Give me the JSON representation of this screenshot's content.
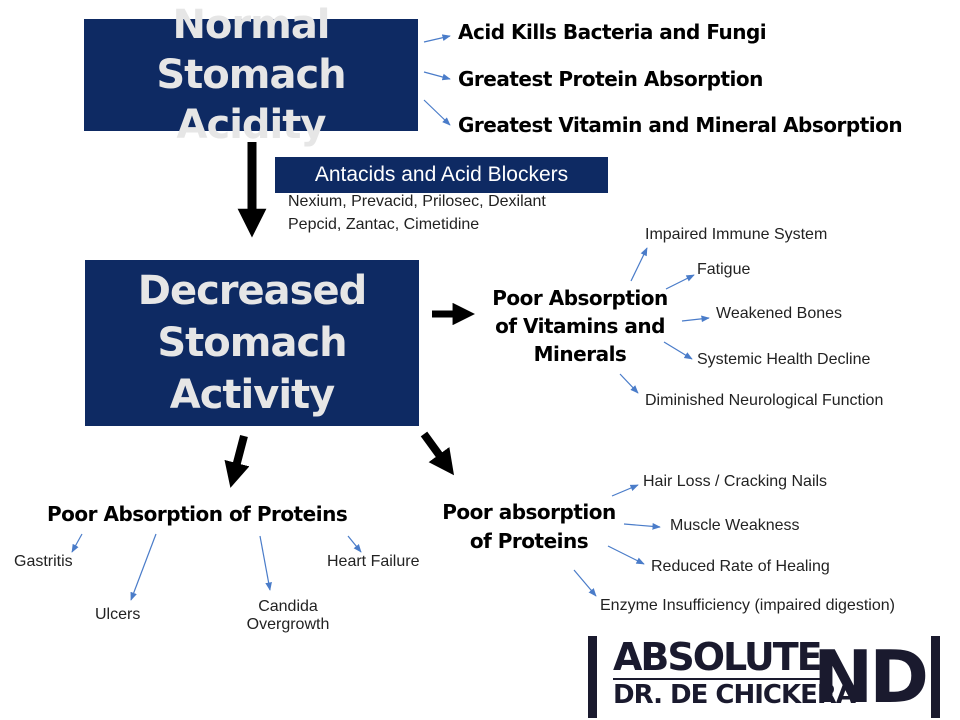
{
  "top": {
    "box_line1": "Normal",
    "box_line2": "Stomach Acidity",
    "benefits": [
      "Acid Kills Bacteria and Fungi",
      "Greatest Protein Absorption",
      "Greatest Vitamin and Mineral Absorption"
    ]
  },
  "antacids": {
    "label": "Antacids and Acid Blockers",
    "drugs_line1": "Nexium, Prevacid, Prilosec, Dexilant",
    "drugs_line2": "Pepcid, Zantac, Cimetidine"
  },
  "middle": {
    "box_line1": "Decreased",
    "box_line2": "Stomach",
    "box_line3": "Activity"
  },
  "vitamins": {
    "title_line1": "Poor Absorption",
    "title_line2": "of Vitamins and",
    "title_line3": "Minerals",
    "effects": [
      "Impaired Immune System",
      "Fatigue",
      "Weakened Bones",
      "Systemic Health Decline",
      "Diminished Neurological Function"
    ]
  },
  "proteins_left": {
    "title": "Poor Absorption of Proteins",
    "effects": [
      "Gastritis",
      "Ulcers",
      "Candida",
      "Overgrowth",
      "Heart Failure"
    ]
  },
  "proteins_right": {
    "title_line1": "Poor absorption",
    "title_line2": "of Proteins",
    "effects": [
      "Hair Loss / Cracking Nails",
      "Muscle Weakness",
      "Reduced Rate of Healing",
      "Enzyme Insufficiency (impaired digestion)"
    ]
  },
  "logo": {
    "line1": "ABSOLUTE",
    "line2": "DR. DE CHICKERA",
    "nd": "ND"
  },
  "colors": {
    "box": "#0e2a63",
    "thin_arrow": "#4a7cc9",
    "thick_arrow": "#000000"
  }
}
